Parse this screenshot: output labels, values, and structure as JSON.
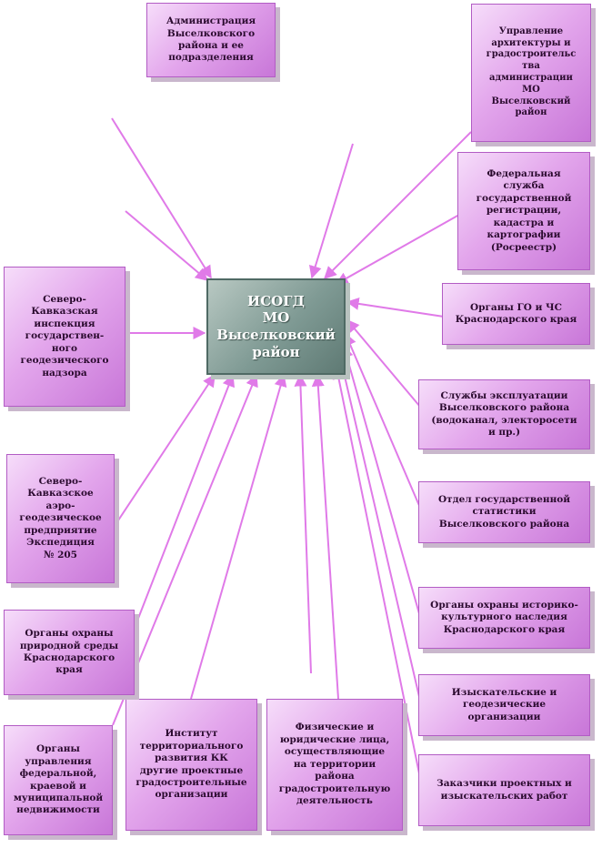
{
  "colors": {
    "node_fill": "#d88fe6",
    "node_border": "#b25cc4",
    "center_fill": "#7f9a94",
    "arrow": "#e07ae8"
  },
  "center": {
    "label": "ИСОГД\nМО\nВыселковский\nрайон"
  },
  "nodes": {
    "admin": "Администрация\nВыселковского\nрайона и ее\nподразделения",
    "arch": "Управление\nархитектуры и\nградостроительс\nтва\nадминистрации\nМО\nВыселковский\nрайон",
    "rosreestr": "Федеральная\nслужба\nгосударственной\nрегистрации,\nкадастра и\nкартографии\n(Росреестр)",
    "gochs": "Органы ГО и ЧС\nКраснодарского края",
    "services": "Службы эксплуатации\nВыселковского района\n(водоканал,  электоросети\nи пр.)",
    "stat": "Отдел государственной\nстатистики\nВыселковского района",
    "heritage": "Органы охраны историко-\nкультурного  наследия\nКраснодарского края",
    "survey": "Изыскательские  и\nгеодезические\nорганизации",
    "customers": "Заказчики проектных и\nизыскательских работ",
    "persons": "Физические и\nюридические лица,\nосуществляющие\nна территории\nрайона\nградостроительную\nдеятельность",
    "institute": "Институт\nтерриториального\nразвития КК\nдругие проектные\nградостроительные\nорганизации",
    "property": "Органы\nуправления\nфедеральной,\nкраевой и\nмуниципальной\nнедвижимости",
    "nature": "Органы охраны\nприродной  среды\nКраснодарского\nкрая",
    "aero": "Северо-\nКавказское\nаэро-\nгеодезическое\nпредприятие\nЭкспедиция\n№ 205",
    "inspection": "Северо-\nКавказская\nинспекция\nгосударствен-\nного\nгеодезического\nнадзора"
  }
}
